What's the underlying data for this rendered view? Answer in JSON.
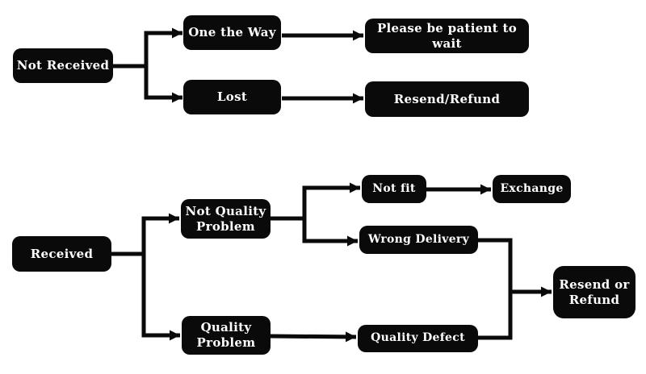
{
  "diagram": {
    "type": "flowchart",
    "background_color": "#ffffff",
    "node_fill_color": "#0a0a0a",
    "node_text_color": "#ffffff",
    "connector_color": "#0a0a0a",
    "nodes": {
      "not_received": {
        "label": "Not Received"
      },
      "one_the_way": {
        "label": "One the Way"
      },
      "lost": {
        "label": "Lost"
      },
      "please_be_patient": {
        "label": "Please be patient to wait"
      },
      "resend_refund": {
        "label": "Resend/Refund"
      },
      "received": {
        "label": "Received"
      },
      "not_quality_problem": {
        "label": "Not Quality\nProblem"
      },
      "quality_problem": {
        "label": "Quality\nProblem"
      },
      "not_fit": {
        "label": "Not fit"
      },
      "exchange": {
        "label": "Exchange"
      },
      "wrong_delivery": {
        "label": "Wrong Delivery"
      },
      "quality_defect": {
        "label": "Quality Defect"
      },
      "resend_or_refund": {
        "label": "Resend or\nRefund"
      }
    },
    "edges": [
      {
        "from": "Not Received",
        "to": "One the Way"
      },
      {
        "from": "Not Received",
        "to": "Lost"
      },
      {
        "from": "One the Way",
        "to": "Please be patient to wait"
      },
      {
        "from": "Lost",
        "to": "Resend/Refund"
      },
      {
        "from": "Received",
        "to": "Not Quality Problem"
      },
      {
        "from": "Received",
        "to": "Quality Problem"
      },
      {
        "from": "Not Quality Problem",
        "to": "Not fit"
      },
      {
        "from": "Not Quality Problem",
        "to": "Wrong Delivery"
      },
      {
        "from": "Not fit",
        "to": "Exchange"
      },
      {
        "from": "Quality Problem",
        "to": "Quality Defect"
      },
      {
        "from": "Wrong Delivery",
        "to": "Resend or Refund"
      },
      {
        "from": "Quality Defect",
        "to": "Resend or Refund"
      }
    ]
  }
}
